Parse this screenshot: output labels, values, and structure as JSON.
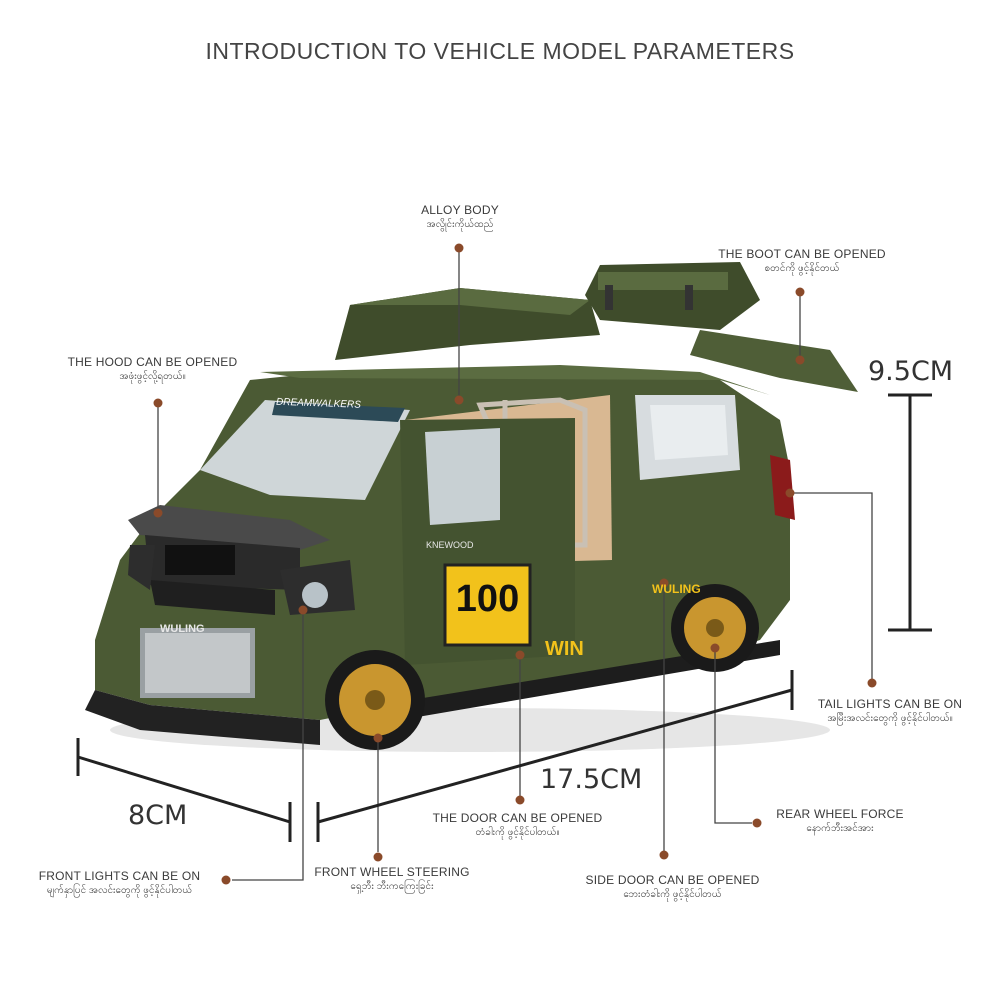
{
  "title": "INTRODUCTION TO VEHICLE MODEL PARAMETERS",
  "dimensions": {
    "height": "9.5CM",
    "length": "17.5CM",
    "width": "8CM"
  },
  "callouts": {
    "alloy_body": {
      "en": "ALLOY BODY",
      "mm": "အလွိုင်းကိုယ်ထည်"
    },
    "boot": {
      "en": "THE BOOT CAN BE OPENED",
      "mm": "စတင်ကို ဖွင့်နိုင်တယ်"
    },
    "hood": {
      "en": "THE HOOD CAN BE OPENED",
      "mm": "အဖုံးဖွင့်လို့ရတယ်။"
    },
    "tail_lights": {
      "en": "TAIL LIGHTS CAN BE ON",
      "mm": "အမြီးအလင်းတွေကို ဖွင့်နိုင်ပါတယ်။"
    },
    "door": {
      "en": "THE DOOR CAN BE OPENED",
      "mm": "တံခါးကို ဖွင့်နိုင်ပါတယ်။"
    },
    "rear_wheel": {
      "en": "REAR WHEEL FORCE",
      "mm": "နောက်ဘီးအင်အား"
    },
    "front_lights": {
      "en": "FRONT LIGHTS CAN BE ON",
      "mm": "မျက်နှာပြင် အလင်းတွေကို ဖွင့်နိုင်ပါတယ်"
    },
    "front_wheel": {
      "en": "FRONT WHEEL STEERING",
      "mm": "ရှေ့ဘီး ဘီးကကြေးခြင်း"
    },
    "side_door": {
      "en": "SIDE DOOR CAN BE OPENED",
      "mm": "ဘေးတံခါးကို ဖွင့်နိုင်ပါတယ်"
    }
  },
  "vehicle_markings": {
    "race_number": "100",
    "windshield_banner": "DREAMWALKERS",
    "grille_badge": "WULING",
    "side_brand": "WULING",
    "door_text": "KNEWOOD",
    "win_text": "WIN"
  },
  "colors": {
    "body": "#4b5a34",
    "dot": "#8a4a2a",
    "wheel": "#c9962f",
    "number_plate": "#f2c21b"
  }
}
